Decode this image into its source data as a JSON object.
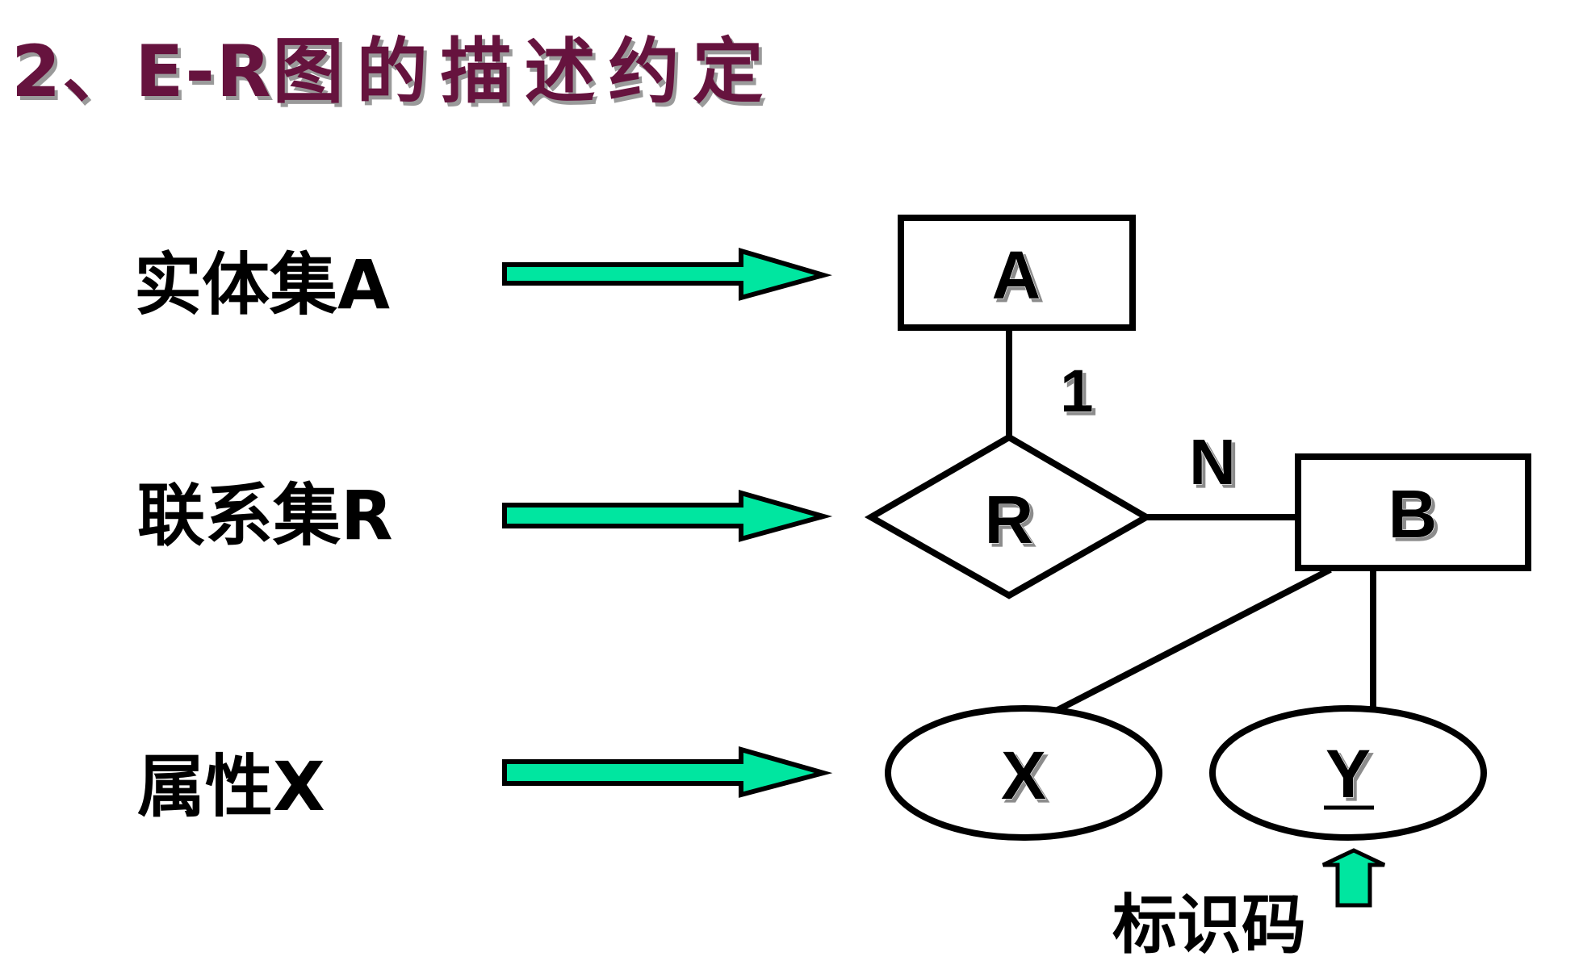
{
  "title": {
    "prefix": "2、E-R",
    "suffix": "图的描述约定"
  },
  "rows": [
    {
      "label": "实体集A"
    },
    {
      "label": "联系集R"
    },
    {
      "label": "属性X"
    }
  ],
  "diagram": {
    "entity_a": "A",
    "entity_b": "B",
    "relationship": "R",
    "attribute_x": "X",
    "attribute_y": "Y",
    "cardinality_a": "1",
    "cardinality_b": "N",
    "key_label": "标识码"
  },
  "colors": {
    "title": "#66133e",
    "arrow_fill": "#00e6a0",
    "stroke": "#000000"
  }
}
